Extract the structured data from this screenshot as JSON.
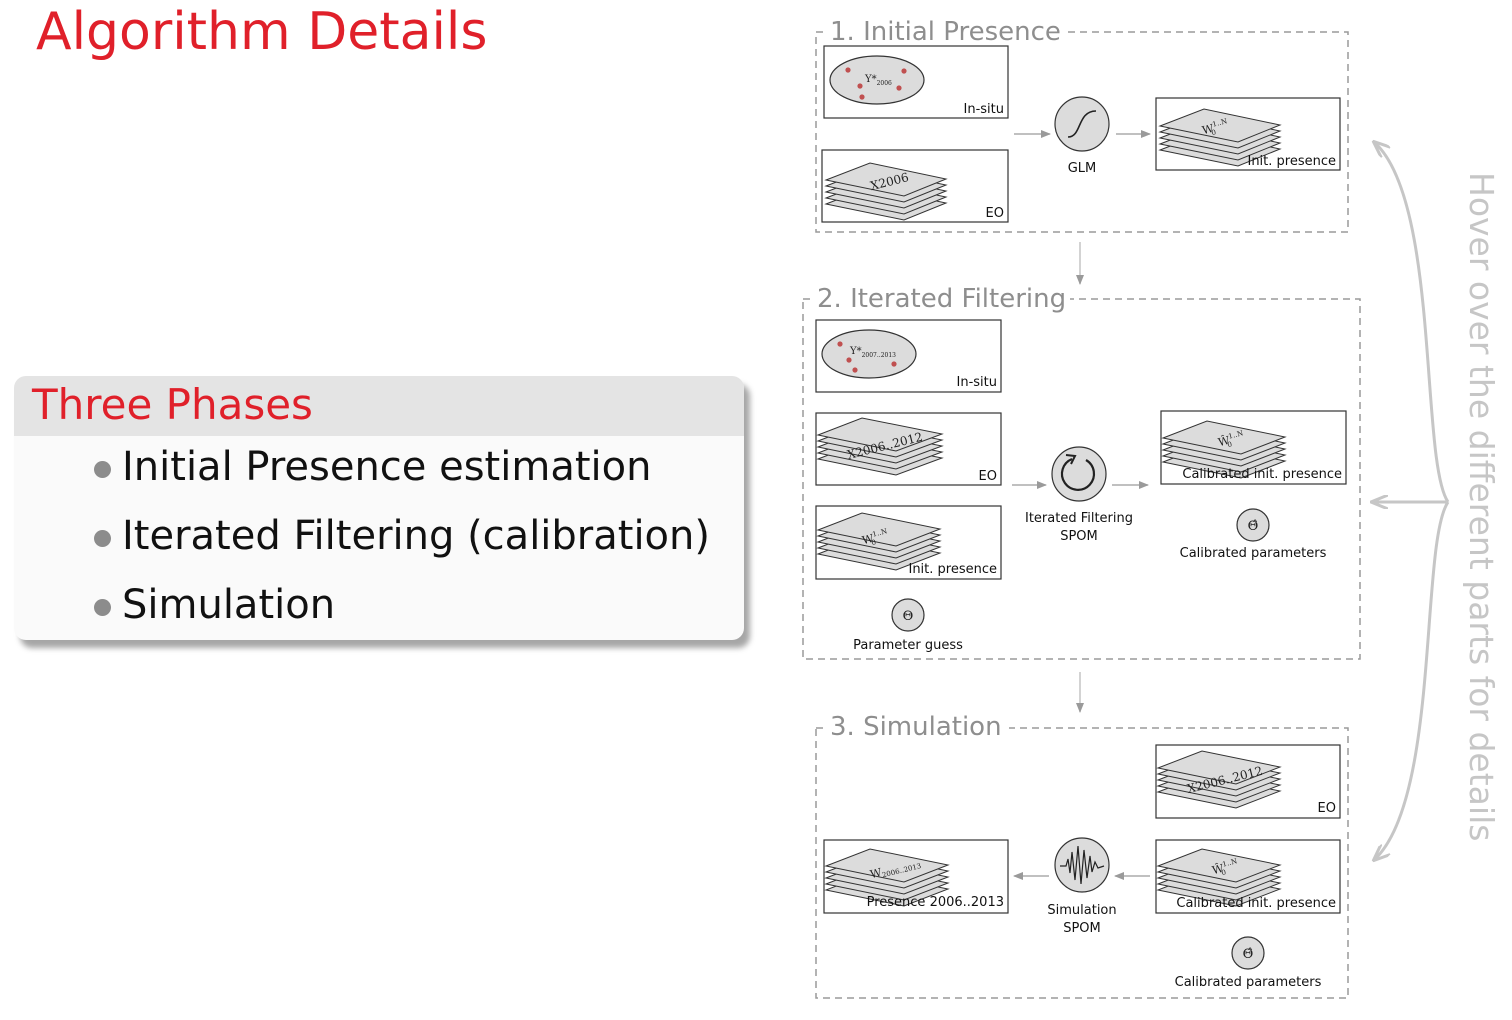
{
  "slide": {
    "title": "Algorithm Details"
  },
  "block": {
    "title": "Three Phases",
    "items": [
      "Initial Presence estimation",
      "Iterated Filtering (calibration)",
      "Simulation"
    ]
  },
  "diagram": {
    "phase1": {
      "title": "1. Initial Presence",
      "insitu_label": "In-situ",
      "insitu_symbol": "Y*",
      "insitu_sub": "2006",
      "eo_label": "EO",
      "eo_symbol": "X2006",
      "node_label": "GLM",
      "output_label": "Init. presence",
      "output_symbol": "W",
      "output_sup": "1..N",
      "output_sub": "0"
    },
    "phase2": {
      "title": "2. Iterated Filtering",
      "insitu_label": "In-situ",
      "insitu_symbol": "Y*",
      "insitu_sub": "2007..2013",
      "eo_label": "EO",
      "eo_symbol": "X2006..2012",
      "init_label": "Init. presence",
      "init_symbol": "W",
      "init_sup": "1..N",
      "init_sub": "0",
      "param_symbol": "Θ",
      "param_label": "Parameter guess",
      "node_label_1": "Iterated Filtering",
      "node_label_2": "SPOM",
      "output_label": "Calibrated init. presence",
      "output_symbol": "Ŵ",
      "output_sup": "1..N",
      "output_sub": "0",
      "calib_symbol": "Θ̂",
      "calib_label": "Calibrated parameters"
    },
    "phase3": {
      "title": "3. Simulation",
      "eo_label": "EO",
      "eo_symbol": "X2006..2012",
      "init_label": "Calibrated init. presence",
      "init_symbol": "Ŵ",
      "init_sup": "1..N",
      "init_sub": "0",
      "calib_symbol": "Θ̂",
      "calib_label": "Calibrated parameters",
      "node_label_1": "Simulation",
      "node_label_2": "SPOM",
      "output_label": "Presence 2006..2013",
      "output_symbol": "W",
      "output_sub": "2006..2013"
    },
    "hint": "Hover over the different parts for details"
  },
  "colors": {
    "accent": "#e0202a",
    "dashed_border": "#9a9a9a",
    "hint_gray": "#c6c6c6",
    "dot_red": "#c05050"
  }
}
